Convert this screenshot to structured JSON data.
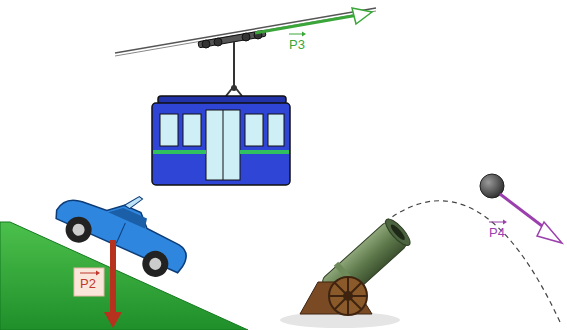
{
  "diagram": {
    "labels": [
      "P3",
      "P2",
      "P4"
    ]
  }
}
